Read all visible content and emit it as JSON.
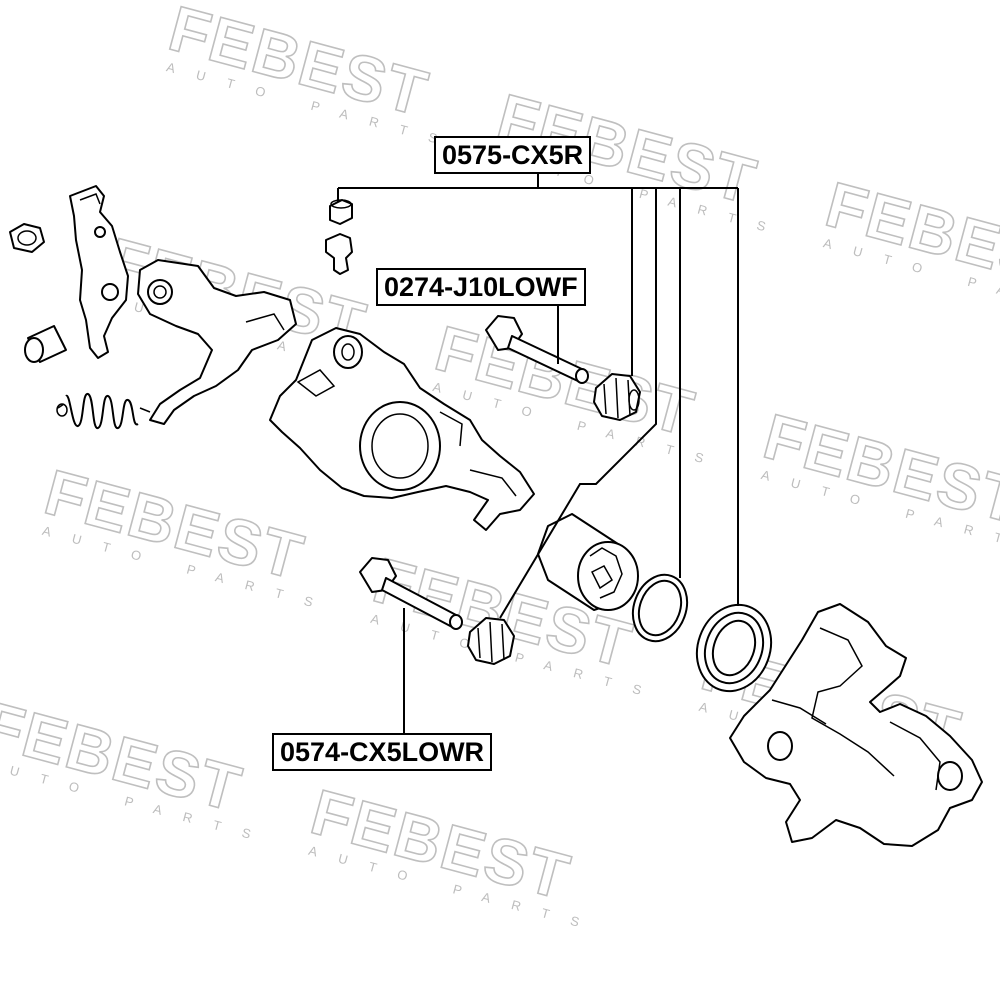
{
  "watermark": {
    "brand": "FEBEST",
    "tagline": "AUTO PARTS"
  },
  "callouts": {
    "caliper_repair_kit": "0575-CX5R",
    "upper_guide_pin": "0274-J10LOWF",
    "lower_guide_pin": "0574-CX5LOWR"
  },
  "colors": {
    "line": "#000000",
    "watermark": "#bfbfbf",
    "background": "#ffffff"
  }
}
